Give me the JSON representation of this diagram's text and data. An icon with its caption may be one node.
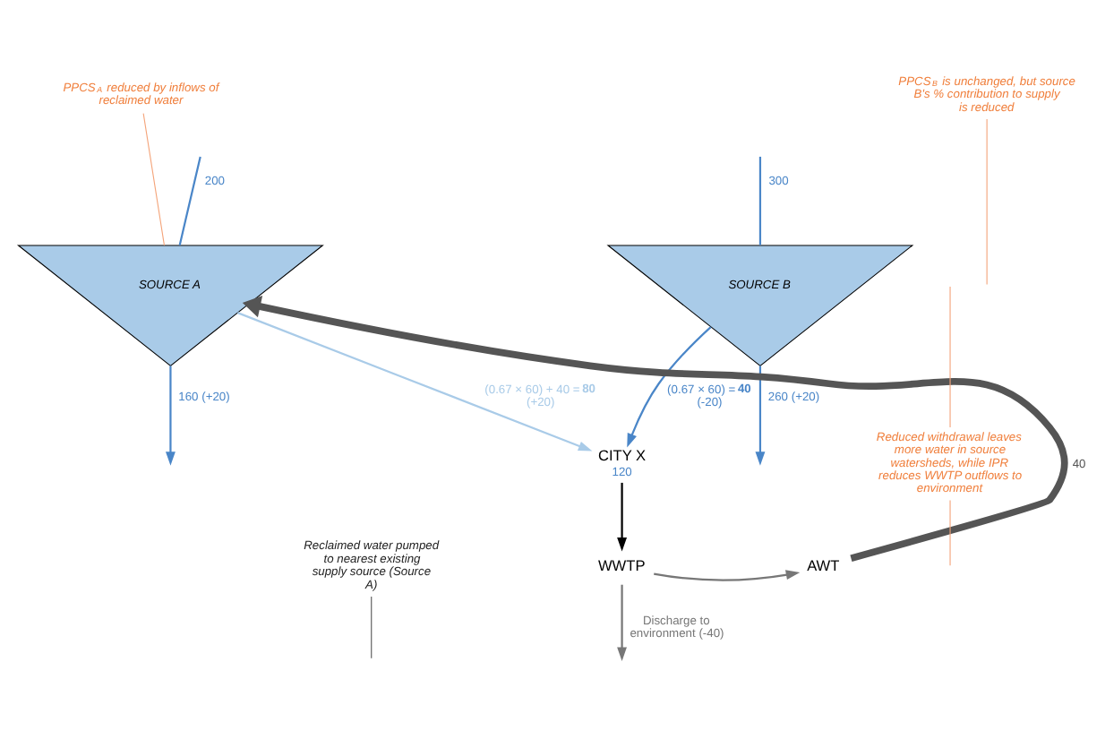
{
  "diagram": {
    "nodes": [
      {
        "text": [
          "SOURCE A"
        ]
      },
      {
        "text": [
          "SOURCE B"
        ]
      },
      {
        "text": [
          "CITY X",
          "120"
        ]
      },
      {
        "text": [
          "WWTP"
        ]
      },
      {
        "text": [
          "AWT"
        ]
      },
      {
        "text": [
          "PPCS$_{A}$ reduced by inflows of reclaimed water"
        ]
      },
      {
        "text": [
          "PPCS$_{B}$ is unchanged, but source B's % contribution to supply is reduced"
        ]
      },
      {
        "text": [
          "Reduced withdrawal leaves more water in source watersheds, while IPR reduces WWTP outflows to environment"
        ]
      },
      {
        "text": [
          "Reclaimed water pumped to nearest existing supply source (Source A)"
        ]
      }
    ],
    "edges": [
      {
        "from": null,
        "to": 0,
        "arrow": "none",
        "label": "200",
        "color": "#4a86c8"
      },
      {
        "from": null,
        "to": 1,
        "arrow": "none",
        "label": "300",
        "color": "#4a86c8"
      },
      {
        "from": 0,
        "to": null,
        "arrow": "to",
        "label": "160 (+20)",
        "color": "#4a86c8"
      },
      {
        "from": 1,
        "to": null,
        "arrow": "to",
        "label": "260 (+20)",
        "color": "#4a86c8"
      },
      {
        "from": 0,
        "to": 2,
        "arrow": "to",
        "label": "(0.67 × 60) + 40 = **80** (+20)",
        "color": "#a9cbe8"
      },
      {
        "from": 1,
        "to": 2,
        "arrow": "to",
        "label": "(0.67 × 60) = **40** (-20)",
        "color": "#4a86c8"
      },
      {
        "from": 2,
        "to": 3,
        "arrow": "to",
        "color": "#000000"
      },
      {
        "from": 3,
        "to": 4,
        "arrow": "to",
        "color": "#777777"
      },
      {
        "from": 3,
        "to": null,
        "arrow": "to",
        "label": "Discharge to environment (-40)",
        "color": "#777777"
      },
      {
        "from": 4,
        "to": 0,
        "arrow": "to",
        "label": "40",
        "style": "thick",
        "color": "#555555"
      },
      {
        "from": 5,
        "to": 0,
        "arrow": "none",
        "color": "#f4a47a"
      },
      {
        "from": 6,
        "to": null,
        "arrow": "none",
        "color": "#f4a47a"
      },
      {
        "from": 7,
        "to": null,
        "arrow": "none",
        "color": "#f4a47a"
      },
      {
        "from": 7,
        "to": null,
        "arrow": "none",
        "color": "#f4a47a"
      },
      {
        "from": 8,
        "to": null,
        "arrow": "none",
        "color": "#555555"
      }
    ]
  }
}
